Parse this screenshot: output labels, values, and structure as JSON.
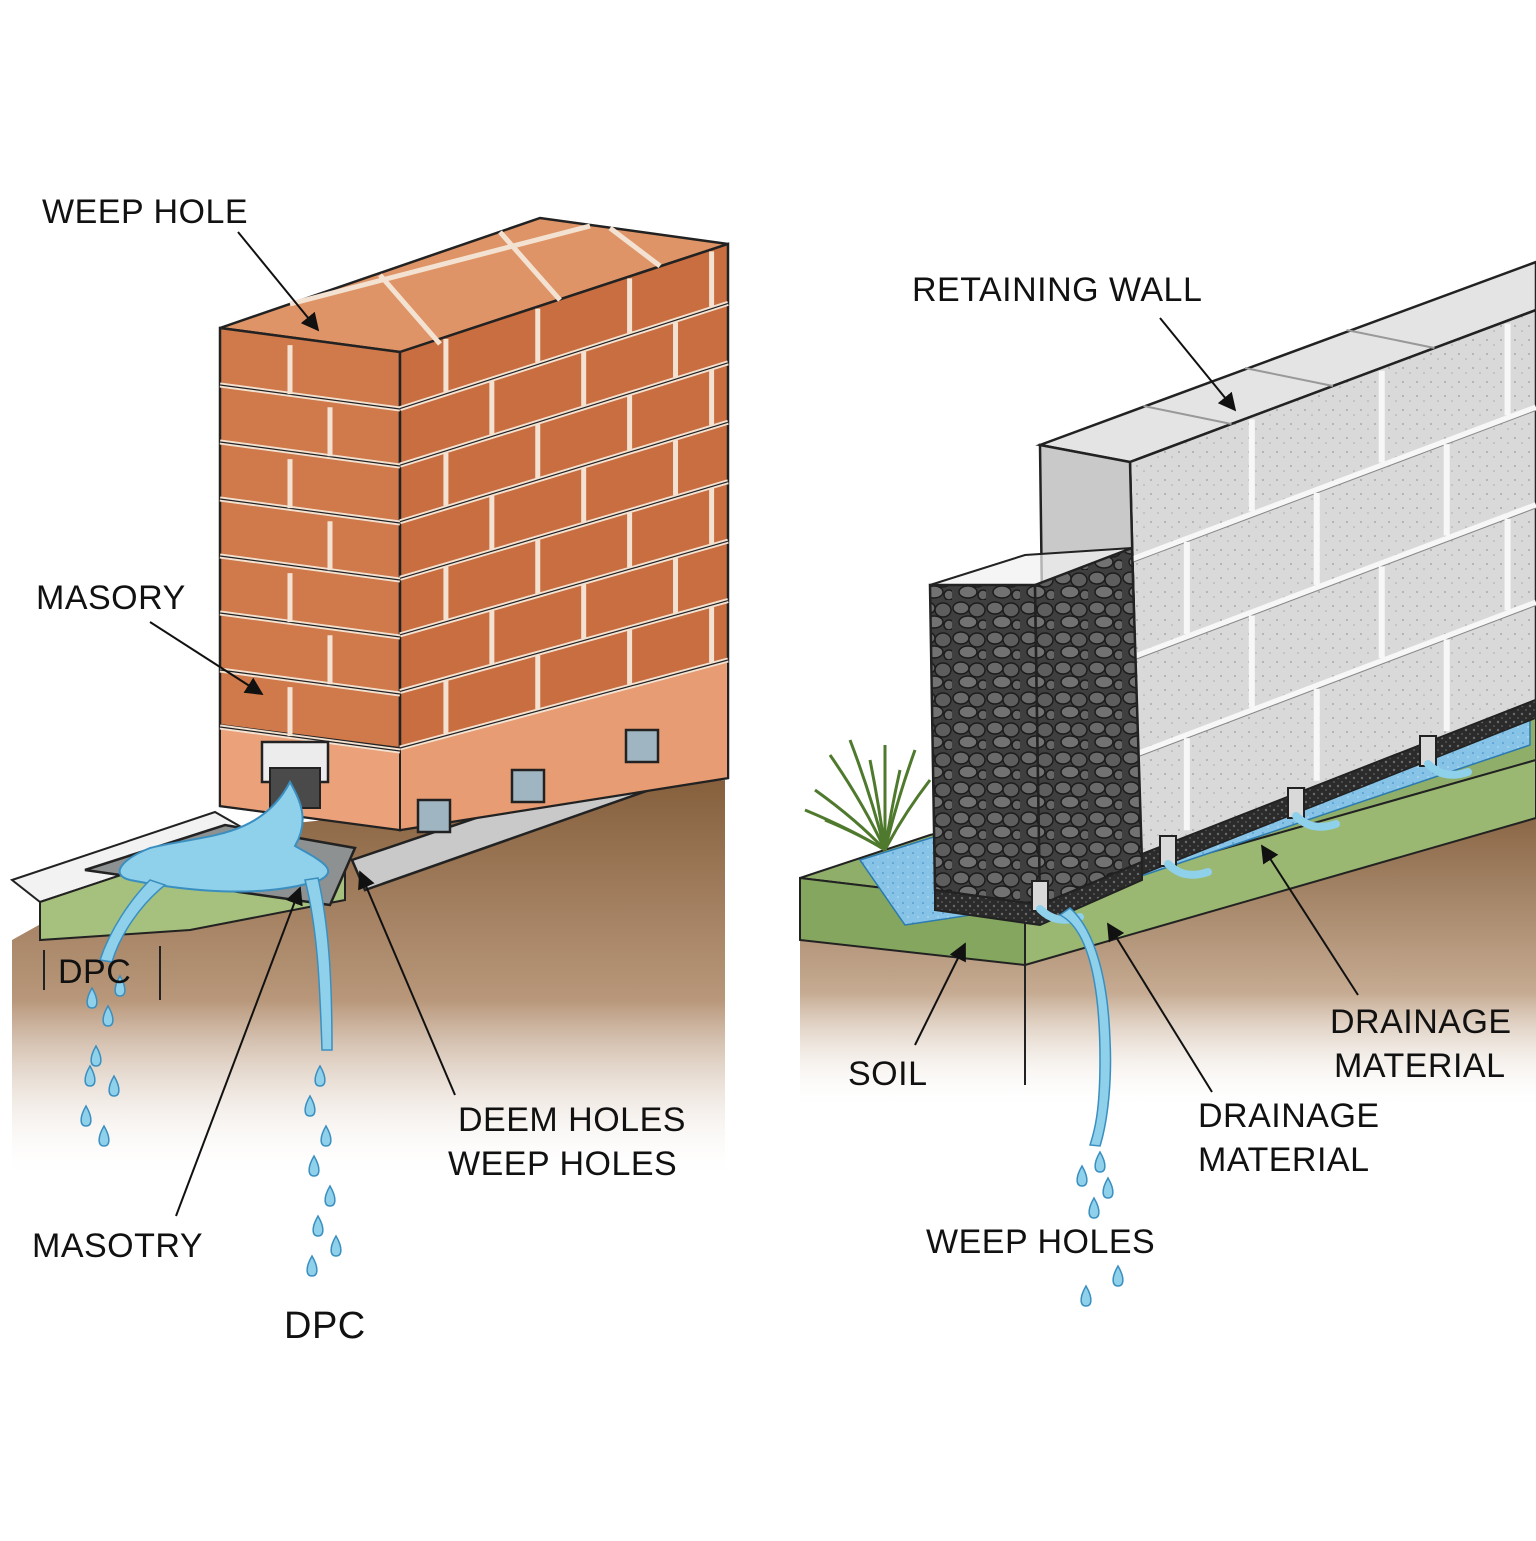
{
  "colors": {
    "brick": "#d07a4c",
    "brick_top": "#de9466",
    "brick_dark": "#a95a33",
    "render": "#eba27a",
    "mortar": "#f3e2d2",
    "water": "#8fd0ea",
    "water_dark": "#4da8d4",
    "soil": "#8f6a46",
    "grass": "#8fae6a",
    "concrete": "#d7d7d7",
    "concrete_dark": "#b9b9b9",
    "gravel": "#555555",
    "outline": "#222222"
  },
  "left": {
    "labels": {
      "weep_hole": "WEEP HOLE",
      "masory": "MASORY",
      "dpc_small": "DPC",
      "masotry": "MASOTRY",
      "dpc_large": "DPC",
      "deem_holes_line1": "DEEM HOLES",
      "deem_holes_line2": "WEEP HOLES"
    }
  },
  "right": {
    "labels": {
      "retaining_wall": "RETAINING WALL",
      "soil": "SOIL",
      "drainage_material_a_line1": "DRAINAGE",
      "drainage_material_a_line2": "MATERIAL",
      "drainage_material_b_line1": "DRAINAGE",
      "drainage_material_b_line2": "MATERIAL",
      "weep_holes": "WEEP HOLES"
    }
  }
}
